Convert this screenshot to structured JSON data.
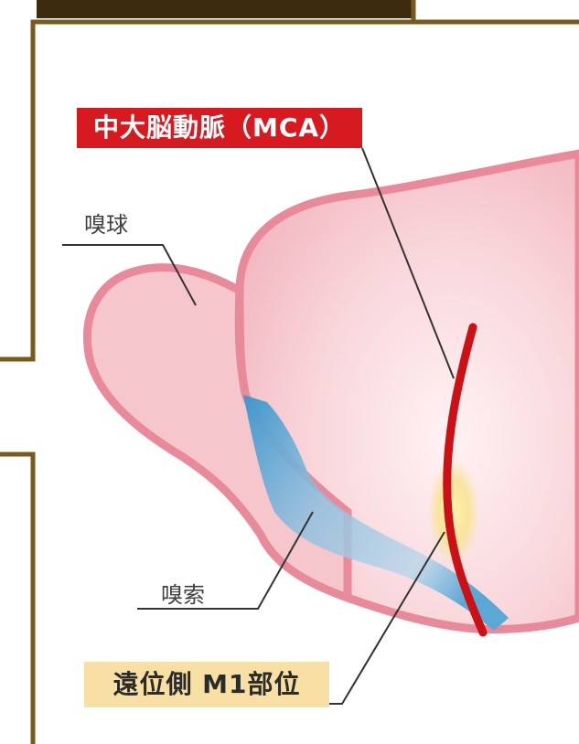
{
  "labels": {
    "mca": "中大脳動脈（MCA）",
    "olfactory_bulb": "嗅球",
    "olfactory_tract": "嗅索",
    "distal_m1": "遠位側 M1部位"
  },
  "colors": {
    "frame": "#7a5a1c",
    "header_bar": "#3d2b10",
    "brain_outline": "#e88a9a",
    "brain_fill": "#f6c4cc",
    "artery": "#cc1015",
    "olfactory_tract": "#4a9fd0",
    "highlight": "#f7e08a",
    "mca_label_bg": "#d71920",
    "m1_label_bg": "#f8dfa3"
  }
}
